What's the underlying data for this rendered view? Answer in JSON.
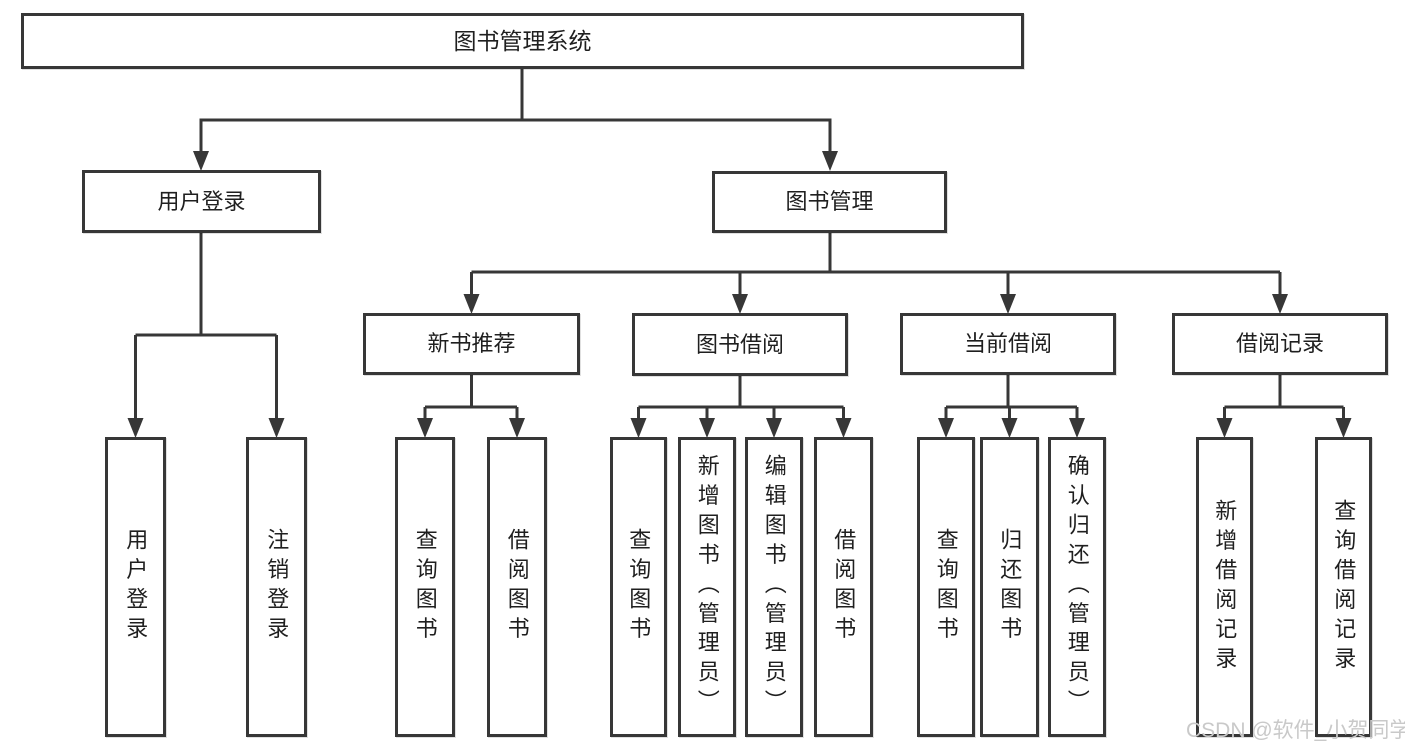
{
  "nodes": {
    "root": {
      "label": "图书管理系统"
    },
    "level2": [
      {
        "label": "用户登录"
      },
      {
        "label": "图书管理"
      }
    ],
    "level3": [
      {
        "label": "新书推荐"
      },
      {
        "label": "图书借阅"
      },
      {
        "label": "当前借阅"
      },
      {
        "label": "借阅记录"
      }
    ],
    "leaves": [
      {
        "label": "用户登录"
      },
      {
        "label": "注销登录"
      },
      {
        "label": "查询图书"
      },
      {
        "label": "借阅图书"
      },
      {
        "label": "查询图书"
      },
      {
        "label": "新增图书（管理员）"
      },
      {
        "label": "编辑图书（管理员）"
      },
      {
        "label": "借阅图书"
      },
      {
        "label": "查询图书"
      },
      {
        "label": "归还图书"
      },
      {
        "label": "确认归还（管理员）"
      },
      {
        "label": "新增借阅记录"
      },
      {
        "label": "查询借阅记录"
      }
    ]
  },
  "watermark": {
    "text": "CSDN @软件_小贺同学"
  },
  "colors": {
    "line": "#373737",
    "box_border": "#373737",
    "text": "#1f1f1f",
    "watermark": "#c9c9c9",
    "background": "#ffffff"
  }
}
